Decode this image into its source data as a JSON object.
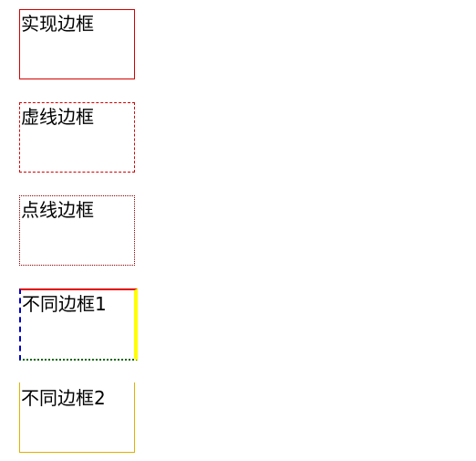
{
  "boxes": [
    {
      "label": "实现边框"
    },
    {
      "label": "虚线边框"
    },
    {
      "label": "点线边框"
    },
    {
      "label": "不同边框1"
    },
    {
      "label": "不同边框2"
    }
  ],
  "colors": {
    "solid_border": "#d40000",
    "dashed_border": "#d40000",
    "dotted_border": "#8b0000",
    "mixed_top": "#e00000",
    "mixed_right": "#ffff00",
    "mixed_bottom": "#006400",
    "mixed_left": "#0000c8",
    "box5_border": "#e0b000"
  }
}
